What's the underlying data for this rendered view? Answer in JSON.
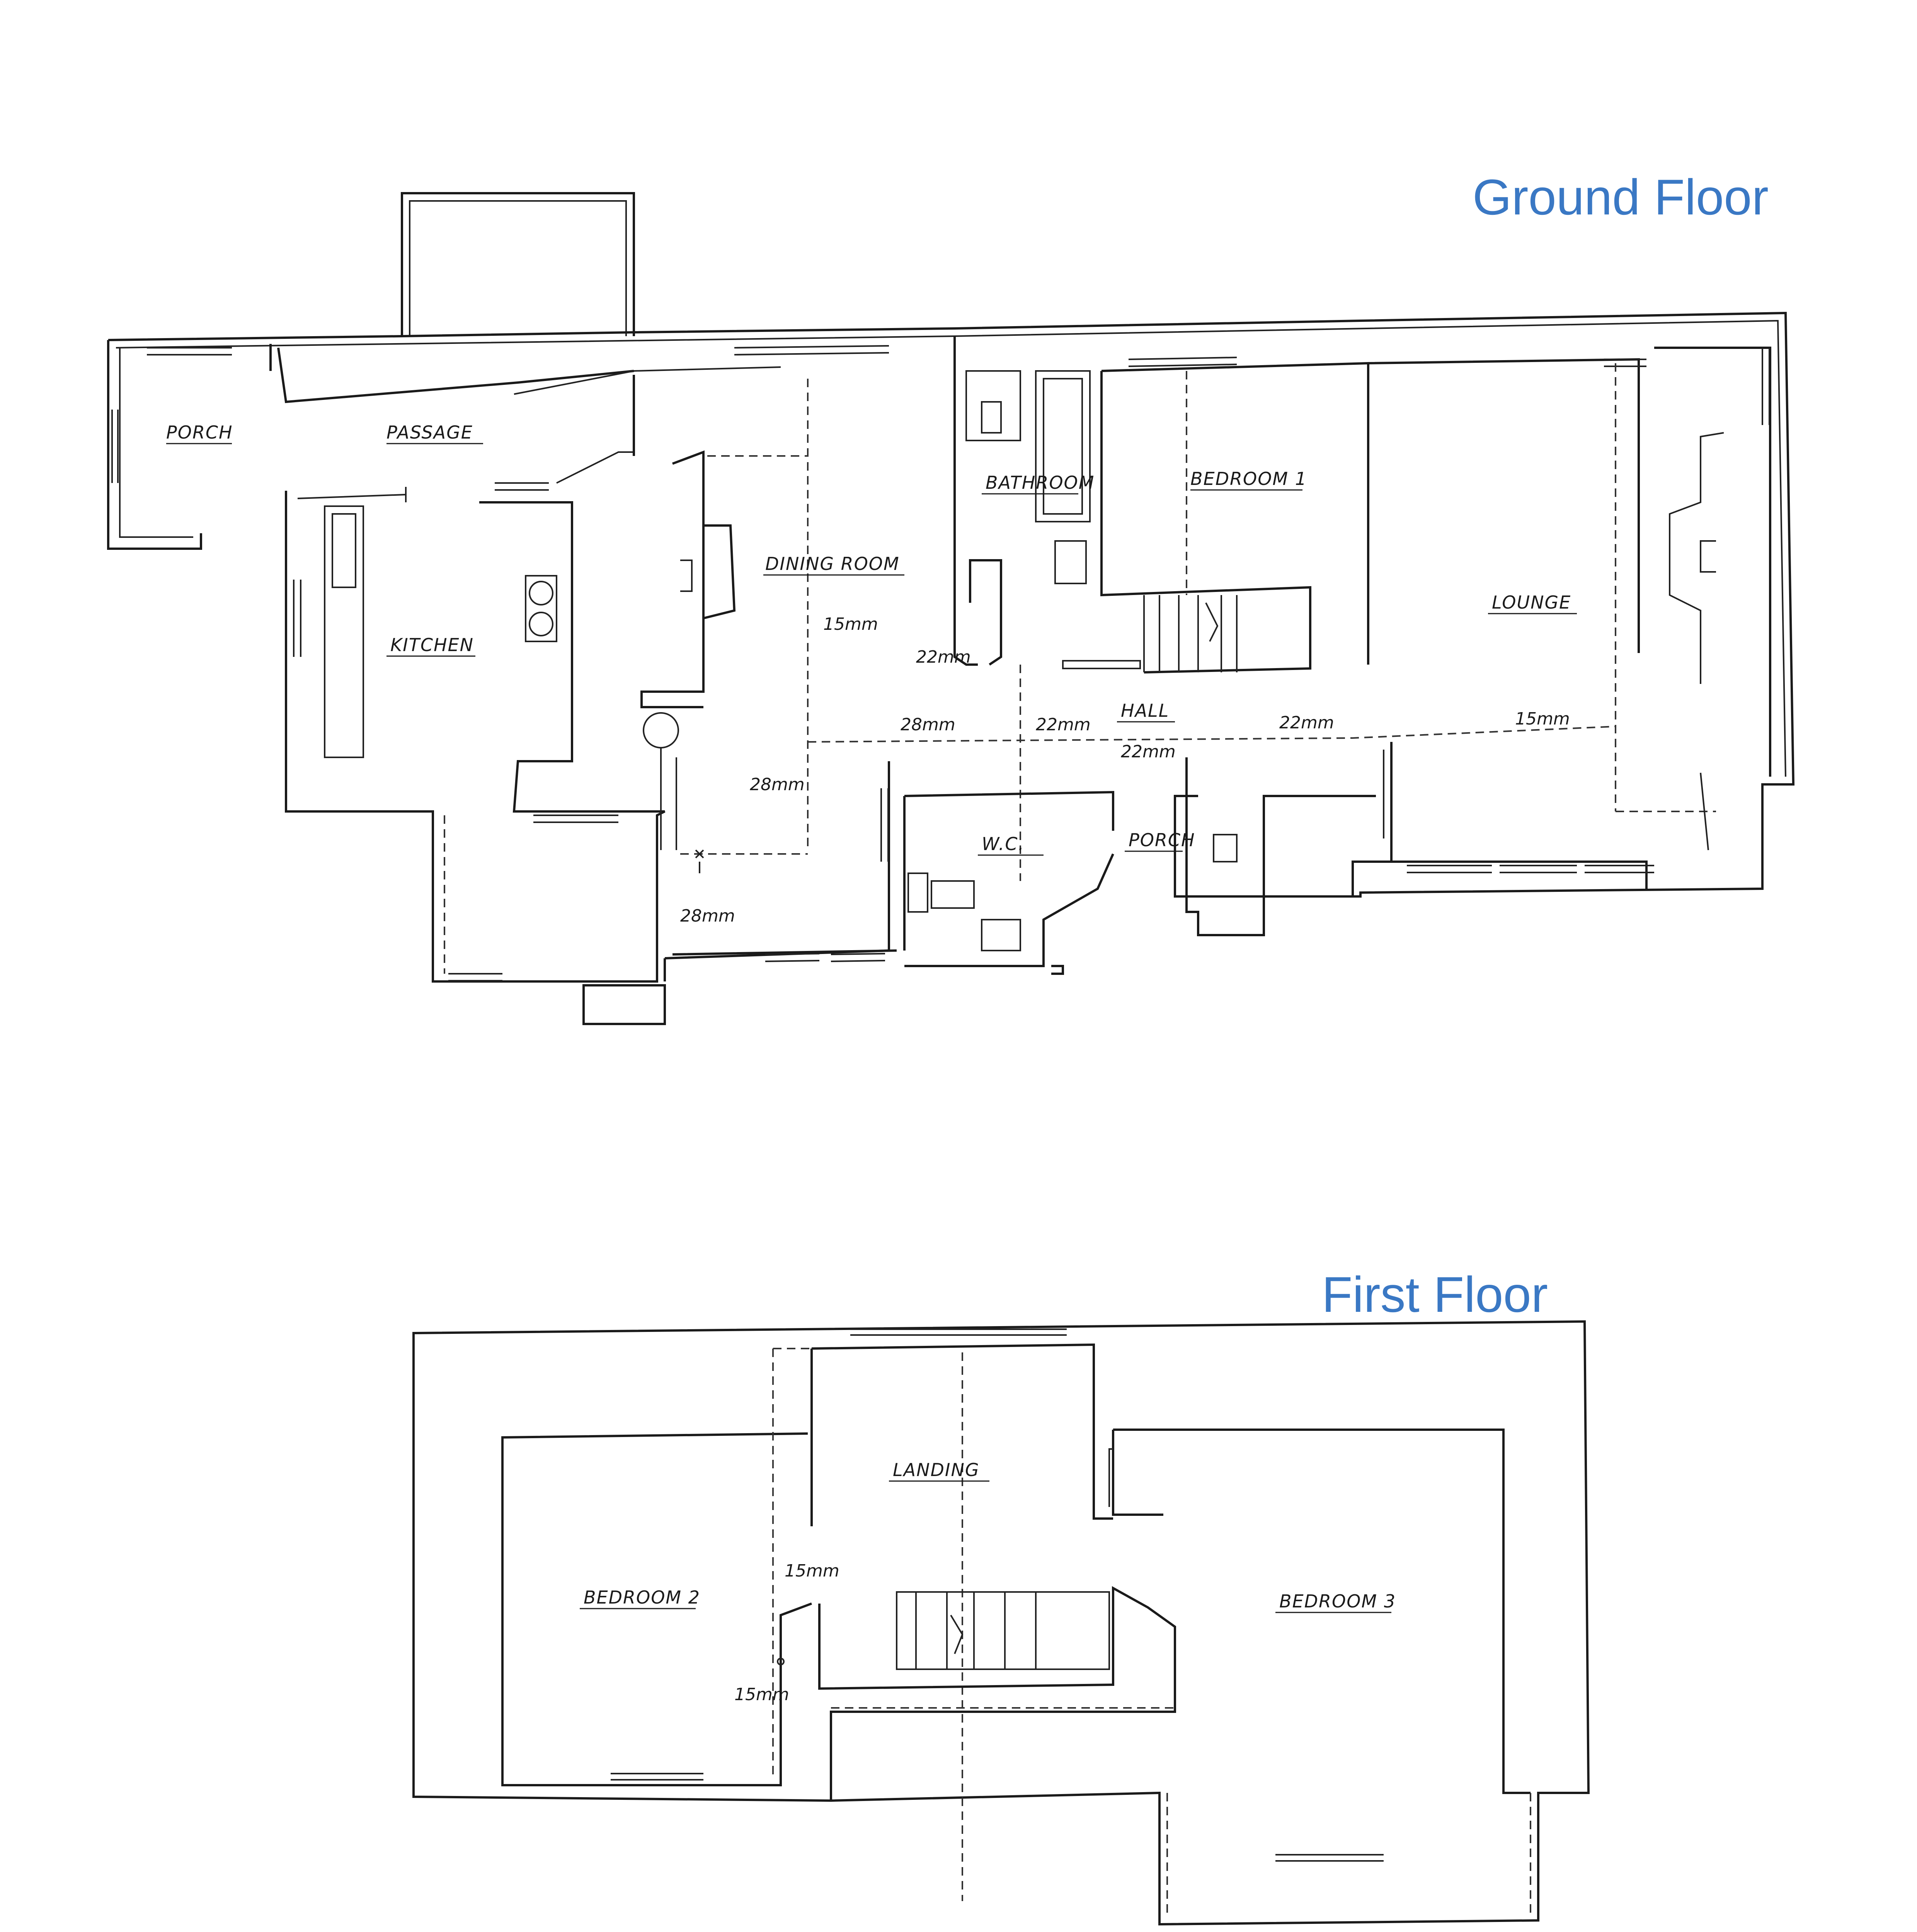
{
  "titles": {
    "ground_floor": "Ground Floor",
    "first_floor": "First Floor"
  },
  "ground_rooms": {
    "porch_left": "PORCH",
    "passage": "PASSAGE",
    "kitchen": "KITCHEN",
    "dining_room": "DINING ROOM",
    "bathroom": "BATHROOM",
    "bedroom1": "BEDROOM 1",
    "lounge": "LOUNGE",
    "hall": "HALL",
    "wc": "W.C.",
    "porch_front": "PORCH"
  },
  "ground_dims": {
    "d_15_dining": "15mm",
    "d_22_bath": "22mm",
    "d_28_a": "28mm",
    "d_22_hall_a": "22mm",
    "d_22_hall_b": "22mm",
    "d_22_lounge": "22mm",
    "d_15_lounge": "15mm",
    "d_28_b": "28mm",
    "d_28_c": "28mm"
  },
  "first_rooms": {
    "landing": "LANDING",
    "bedroom2": "BEDROOM 2",
    "bedroom3": "BEDROOM 3"
  },
  "first_dims": {
    "d_15_a": "15mm",
    "d_15_b": "15mm"
  }
}
